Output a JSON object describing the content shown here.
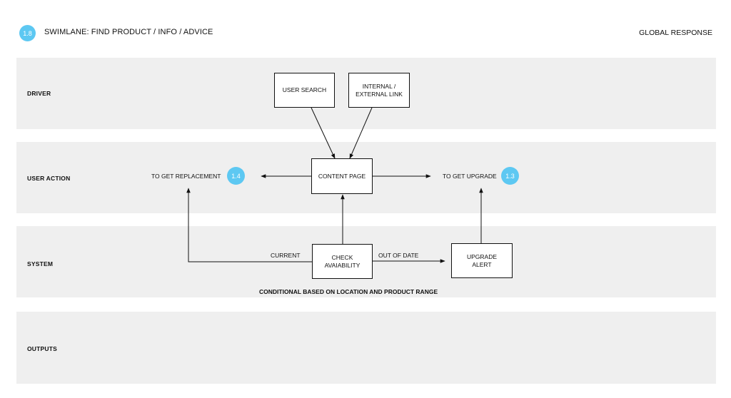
{
  "header": {
    "badge": "1.8",
    "title": "SWIMLANE: FIND PRODUCT / INFO / ADVICE",
    "right_label": "GLOBAL RESPONSE"
  },
  "lanes": [
    {
      "label": "DRIVER"
    },
    {
      "label": "USER ACTION"
    },
    {
      "label": "SYSTEM"
    },
    {
      "label": "OUTPUTS"
    }
  ],
  "nodes": {
    "user_search": "USER SEARCH",
    "internal_link": "INTERNAL /\nEXTERNAL LINK",
    "content_page": "CONTENT PAGE",
    "check_availability": "CHECK\nAVAIABILITY",
    "upgrade_alert": "UPGRADE\nALERT"
  },
  "targets": {
    "replacement": {
      "label": "TO GET REPLACEMENT",
      "badge": "1.4"
    },
    "upgrade": {
      "label": "TO GET UPGRADE",
      "badge": "1.3"
    }
  },
  "edge_labels": {
    "current": "CURRENT",
    "out_of_date": "OUT OF DATE"
  },
  "note": "CONDITIONAL BASED ON LOCATION AND PRODUCT RANGE",
  "colors": {
    "badge": "#5dc8f2",
    "lane_background": "#efefef",
    "line": "#111111"
  }
}
